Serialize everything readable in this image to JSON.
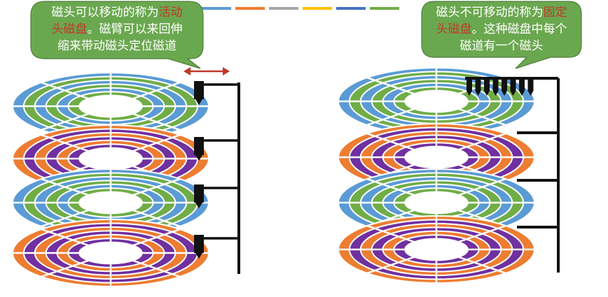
{
  "legend_colors": [
    "#5b9bd5",
    "#ed7d31",
    "#a5a5a5",
    "#ffc000",
    "#4472c4",
    "#70ad47"
  ],
  "colors": {
    "callout_fill": "#6aa84f",
    "callout_stroke": "#4e7d3a",
    "highlight": "#c0392b",
    "blue": "#5b9bd5",
    "orange": "#ed7d31",
    "green": "#70ad47",
    "purple": "#7030a0",
    "arm": "#111111",
    "arrow": "#c0392b"
  },
  "callout_left": {
    "line1_a": "磁头可以移动的称为",
    "line1_hl": "活动",
    "line2_hl": "头磁盘",
    "line2_b": "。磁臂可以来回伸",
    "line3": "缩来带动磁头定位磁道"
  },
  "callout_right": {
    "line1_a": "磁头不可移动的称为",
    "line1_hl": "固定",
    "line2_hl": "头磁盘",
    "line2_b": "。这种磁盘中每个",
    "line3": "磁道有一个磁头"
  }
}
